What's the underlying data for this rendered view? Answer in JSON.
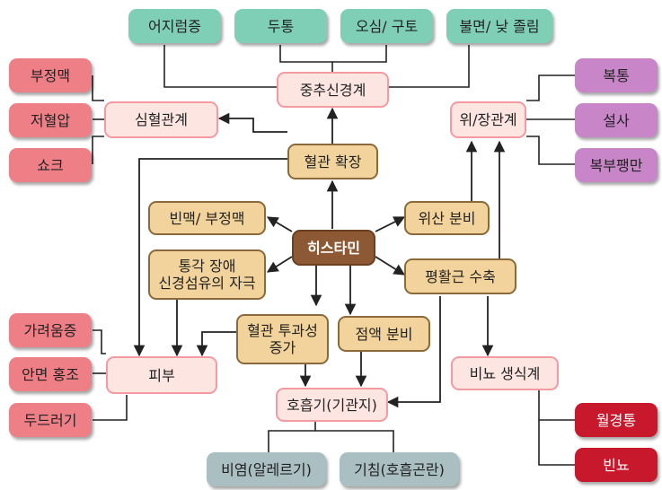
{
  "center": "히스타민",
  "systems": {
    "cns": "중추신경계",
    "cardio": "심혈관계",
    "gi": "위/장관계",
    "skin": "피부",
    "resp": "호흡기(기관지)",
    "uro": "비뇨 생식계"
  },
  "mechanisms": {
    "vasodilation": "혈관 확장",
    "tachy": "빈맥/ 부정맥",
    "nerve_line1": "통각 장애",
    "nerve_line2": "신경섬유의 자극",
    "acid": "위산 분비",
    "smooth": "평활근 수축",
    "perm_line1": "혈관 투과성",
    "perm_line2": "증가",
    "mucus": "점액 분비"
  },
  "symptoms": {
    "cns": [
      "어지럼증",
      "두통",
      "오심/ 구토",
      "불면/ 낮 졸림"
    ],
    "cardio": [
      "부정맥",
      "저혈압",
      "쇼크"
    ],
    "gi": [
      "복통",
      "설사",
      "복부팽만"
    ],
    "skin": [
      "가려움증",
      "안면 홍조",
      "두드러기"
    ],
    "resp": [
      "비염(알레르기)",
      "기침(호흡곤란)"
    ],
    "uro": [
      "월경통",
      "빈뇨"
    ]
  },
  "colors": {
    "cns_symptom": "#7fcfb6",
    "cardio_skin_symptom": "#ef7f86",
    "gi_symptom": "#c886c8",
    "uro_symptom": "#c8192c",
    "resp_symptom": "#a9bfc2",
    "system_fill": "#fde5e2",
    "system_border": "#f49aa0",
    "mechanism_fill": "#f2d39b",
    "center_fill": "#8c5934"
  }
}
